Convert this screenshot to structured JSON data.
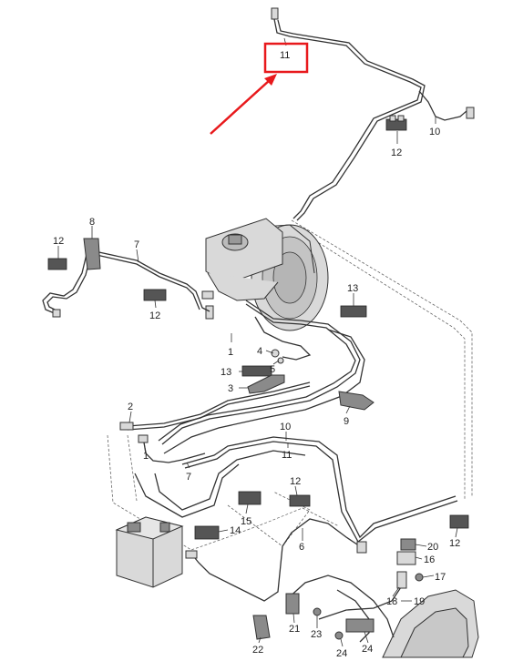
{
  "highlight": {
    "label": "11",
    "color": "#e8191c"
  },
  "labels": [
    {
      "id": "l11-top",
      "text": "11"
    },
    {
      "id": "l10-top",
      "text": "10"
    },
    {
      "id": "l12-top",
      "text": "12"
    },
    {
      "id": "l8",
      "text": "8"
    },
    {
      "id": "l12-left",
      "text": "12"
    },
    {
      "id": "l7-top",
      "text": "7"
    },
    {
      "id": "l12-mid",
      "text": "12"
    },
    {
      "id": "l13-right",
      "text": "13"
    },
    {
      "id": "l1-top",
      "text": "1"
    },
    {
      "id": "l4",
      "text": "4"
    },
    {
      "id": "l13-left",
      "text": "13"
    },
    {
      "id": "l5",
      "text": "5"
    },
    {
      "id": "l3",
      "text": "3"
    },
    {
      "id": "l9",
      "text": "9"
    },
    {
      "id": "l2",
      "text": "2"
    },
    {
      "id": "l10-mid",
      "text": "10"
    },
    {
      "id": "l11-mid",
      "text": "11"
    },
    {
      "id": "l1-mid",
      "text": "1"
    },
    {
      "id": "l7-mid",
      "text": "7"
    },
    {
      "id": "l12-center",
      "text": "12"
    },
    {
      "id": "l15",
      "text": "15"
    },
    {
      "id": "l14",
      "text": "14"
    },
    {
      "id": "l6",
      "text": "6"
    },
    {
      "id": "l12-bright",
      "text": "12"
    },
    {
      "id": "l20",
      "text": "20"
    },
    {
      "id": "l16",
      "text": "16"
    },
    {
      "id": "l17",
      "text": "17"
    },
    {
      "id": "l19",
      "text": "19"
    },
    {
      "id": "l18",
      "text": "18"
    },
    {
      "id": "l21",
      "text": "21"
    },
    {
      "id": "l23",
      "text": "23"
    },
    {
      "id": "l22",
      "text": "22"
    },
    {
      "id": "l24-left",
      "text": "24"
    },
    {
      "id": "l24-right",
      "text": "24"
    }
  ]
}
